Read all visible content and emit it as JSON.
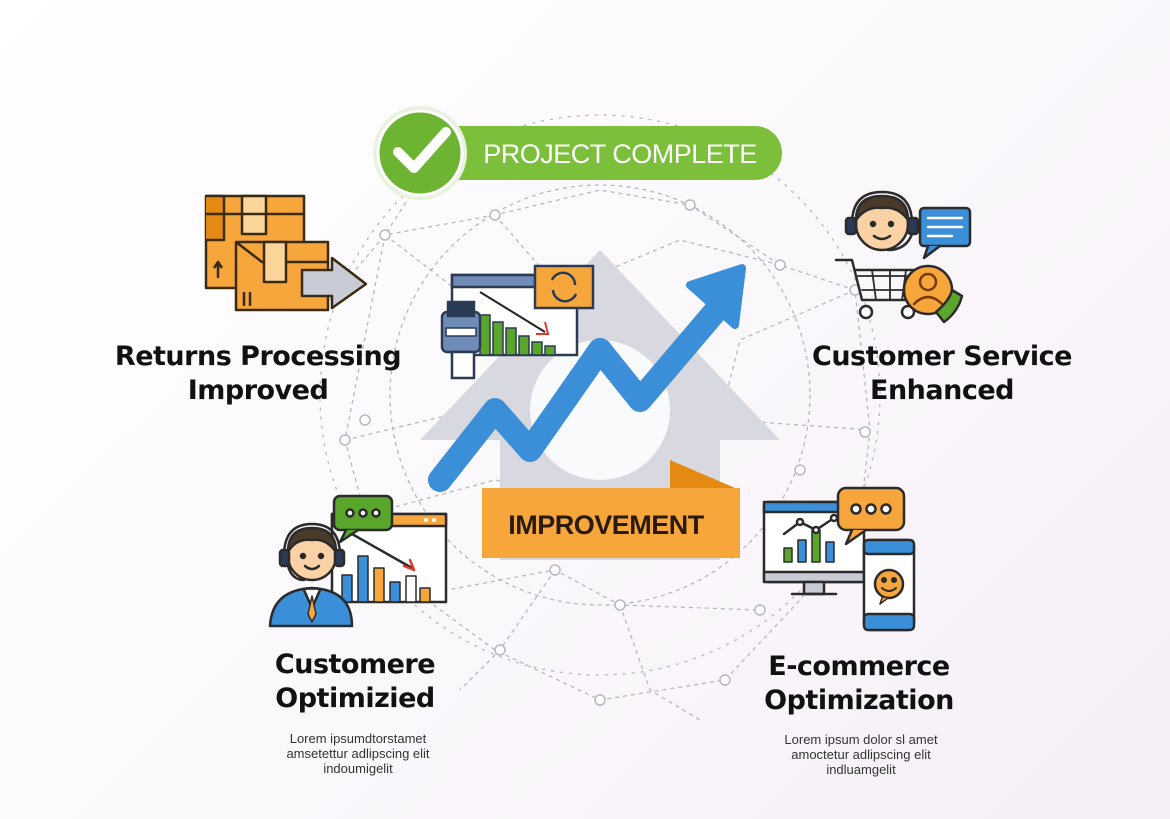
{
  "badge": {
    "text": "PROJECT COMPLETE",
    "color": "#7bbf3a"
  },
  "center": {
    "text": "IMPROVEMENT",
    "color": "#f5a623"
  },
  "colors": {
    "arrow": "#3a8fd8",
    "house": "#d8d9e0",
    "orange": "#f7a63c",
    "green": "#5aa62a"
  },
  "nodes": [
    {
      "id": "returns",
      "line1": "Returns Processing",
      "line2": "Improved",
      "icon": "boxes-arrow-icon"
    },
    {
      "id": "service",
      "line1": "Customer Service",
      "line2": "Enhanced",
      "icon": "agent-cart-icon"
    },
    {
      "id": "customer",
      "line1": "Customere",
      "line2": "Optimizied",
      "icon": "agent-dashboard-icon",
      "body": [
        "Lorem ipsumdtorstamet",
        "amsetettur adlipscing elit",
        "indoumigelit"
      ]
    },
    {
      "id": "ecommerce",
      "line1": "E-commerce",
      "line2": "Optimization",
      "icon": "monitor-phone-icon",
      "body": [
        "Lorem ipsum dolor sl amet",
        "amoctetur adlipscing elit",
        "indluamgelit"
      ]
    }
  ]
}
